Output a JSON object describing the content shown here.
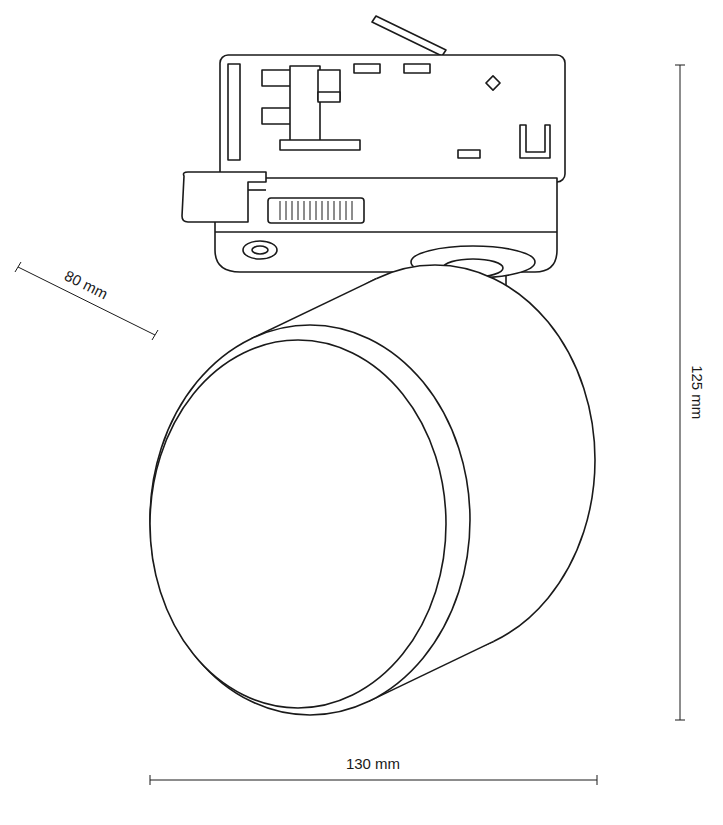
{
  "diagram": {
    "labels": [
      "80 mm",
      "125 mm",
      "130 mm"
    ]
  }
}
